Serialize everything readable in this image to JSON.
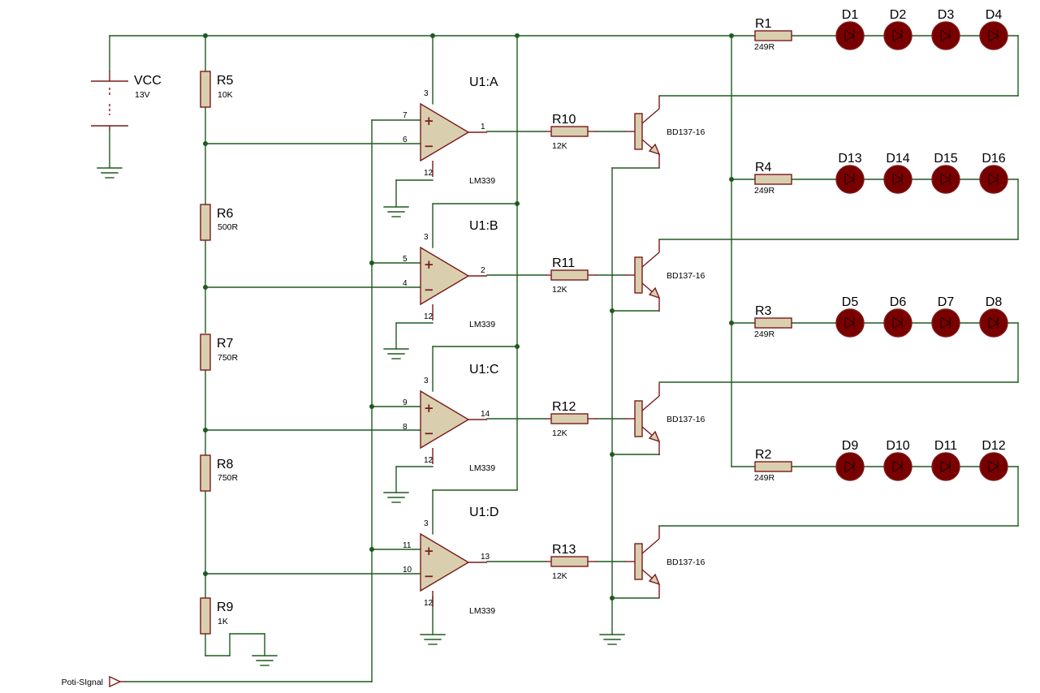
{
  "supply": {
    "name": "VCC",
    "value": "13V"
  },
  "divider": [
    {
      "ref": "R5",
      "value": "10K"
    },
    {
      "ref": "R6",
      "value": "500R"
    },
    {
      "ref": "R7",
      "value": "750R"
    },
    {
      "ref": "R8",
      "value": "750R"
    },
    {
      "ref": "R9",
      "value": "1K"
    }
  ],
  "comparators": [
    {
      "ref": "U1:A",
      "part": "LM339",
      "pin_plus": "7",
      "pin_minus": "6",
      "pin_out": "1",
      "pin_vcc": "3",
      "pin_gnd": "12",
      "base_res": "R10",
      "base_val": "12K",
      "transistor": "BD137-16"
    },
    {
      "ref": "U1:B",
      "part": "LM339",
      "pin_plus": "5",
      "pin_minus": "4",
      "pin_out": "2",
      "pin_vcc": "3",
      "pin_gnd": "12",
      "base_res": "R11",
      "base_val": "12K",
      "transistor": "BD137-16"
    },
    {
      "ref": "U1:C",
      "part": "LM339",
      "pin_plus": "9",
      "pin_minus": "8",
      "pin_out": "14",
      "pin_vcc": "3",
      "pin_gnd": "12",
      "base_res": "R12",
      "base_val": "12K",
      "transistor": "BD137-16"
    },
    {
      "ref": "U1:D",
      "part": "LM339",
      "pin_plus": "11",
      "pin_minus": "10",
      "pin_out": "13",
      "pin_vcc": "3",
      "pin_gnd": "12",
      "base_res": "R13",
      "base_val": "12K",
      "transistor": "BD137-16"
    }
  ],
  "led_strings": [
    {
      "res": "R1",
      "val": "249R",
      "leds": [
        "D1",
        "D2",
        "D3",
        "D4"
      ]
    },
    {
      "res": "R4",
      "val": "249R",
      "leds": [
        "D13",
        "D14",
        "D15",
        "D16"
      ]
    },
    {
      "res": "R3",
      "val": "249R",
      "leds": [
        "D5",
        "D6",
        "D7",
        "D8"
      ]
    },
    {
      "res": "R2",
      "val": "249R",
      "leds": [
        "D9",
        "D10",
        "D11",
        "D12"
      ]
    }
  ],
  "input_label": "Poti-SIgnal",
  "opamp_plus_sign": "+",
  "opamp_minus_sign": "−",
  "colors": {
    "wire": "#1f5a1f",
    "part": "#7a1a1a",
    "fill": "#d9cfaf",
    "led": "#7a0000"
  }
}
